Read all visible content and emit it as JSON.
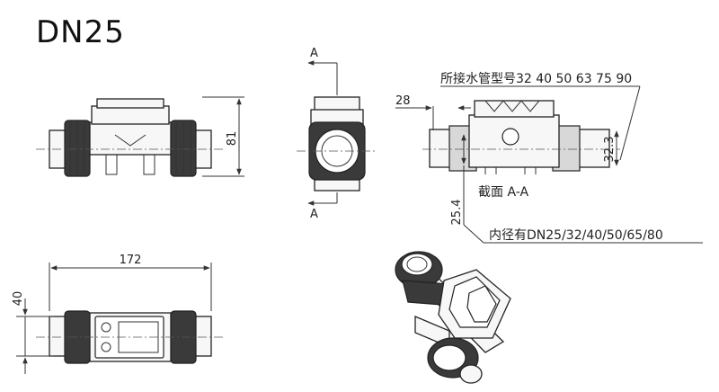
{
  "title": "DN25",
  "dimensions": {
    "length": "172",
    "height": "81",
    "width": "40",
    "socket_depth": "28",
    "pipe_od": "32.3",
    "inner_bore": "25.4"
  },
  "section": {
    "marker_top": "A",
    "marker_bottom": "A",
    "label": "截面  A-A"
  },
  "notes": {
    "pipe_sizes": "所接水管型号32 40 50 63 75 90",
    "inner_diameters": "内径有DN25/32/40/50/65/80"
  },
  "colors": {
    "line": "#333333",
    "dark_fill": "#3a3a3a",
    "background": "#ffffff"
  }
}
